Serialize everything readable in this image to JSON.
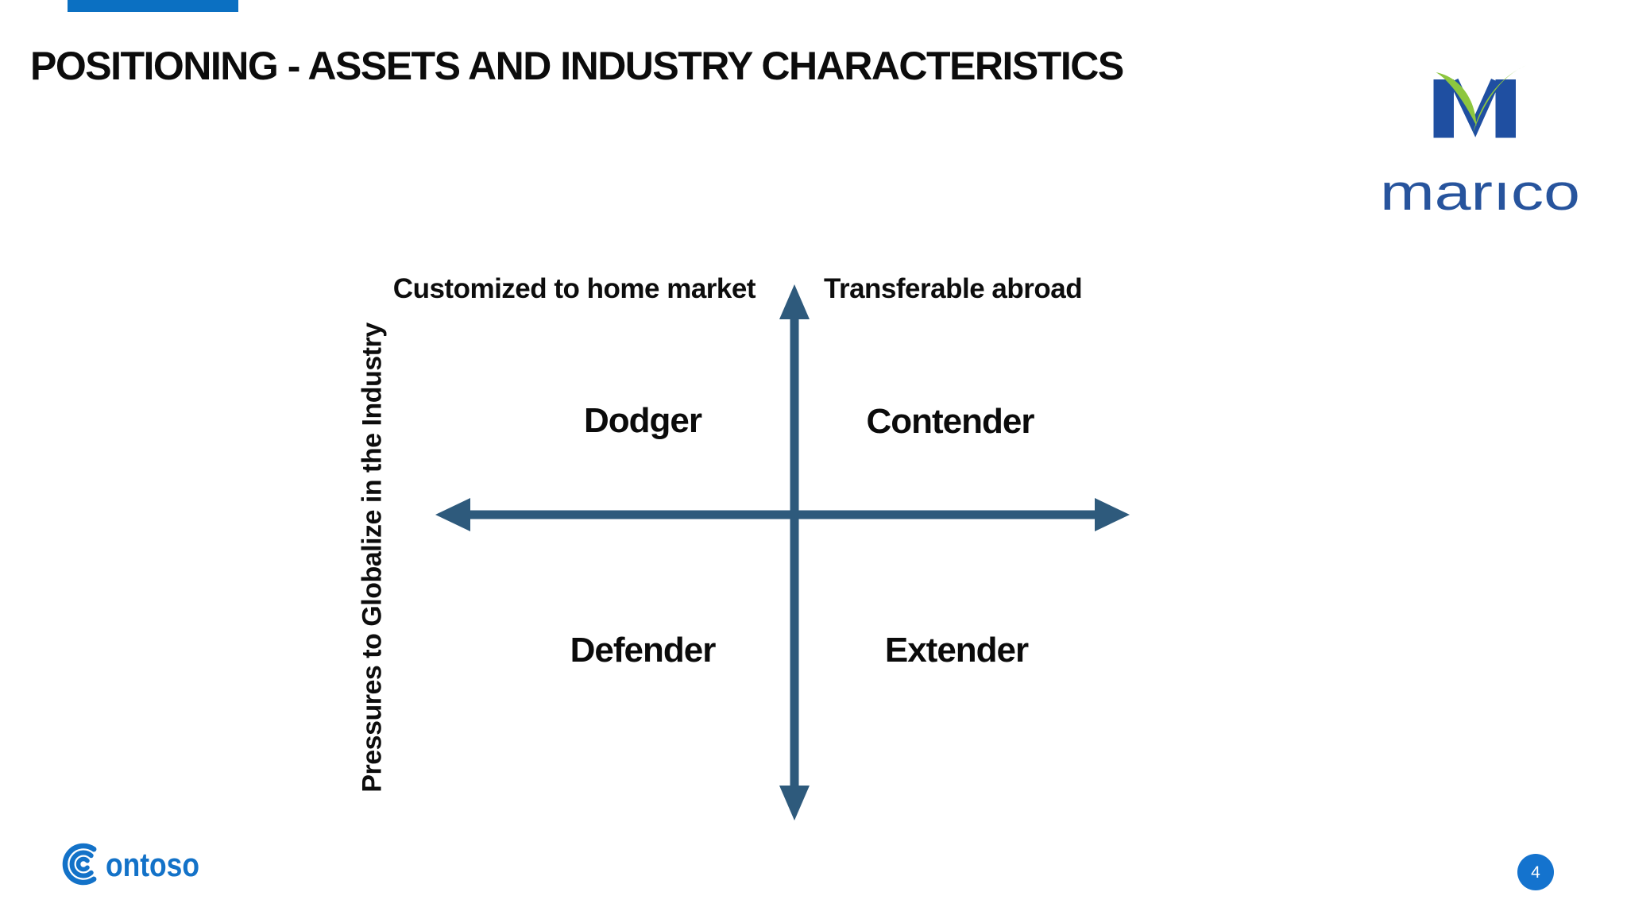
{
  "slide": {
    "title": "POSITIONING - ASSETS AND INDUSTRY CHARACTERISTICS",
    "page_number": "4",
    "background_color": "#ffffff",
    "accent_bar_color": "#0b70c2"
  },
  "matrix": {
    "x_left_label": "Customized to home market",
    "x_right_label": "Transferable abroad",
    "y_axis_label": "Pressures to Globalize in the Industry",
    "arrow_color": "#2e5a7c",
    "quadrants": {
      "top_left": "Dodger",
      "top_right": "Contender",
      "bottom_left": "Defender",
      "bottom_right": "Extender"
    }
  },
  "logos": {
    "marico": {
      "wordmark": "marıco",
      "blue": "#1f4fa1",
      "green": "#8dc63f",
      "text_color": "#27549d"
    },
    "contoso": {
      "text": "ontoso",
      "color": "#1372c8"
    }
  },
  "footer": {
    "page_badge_color": "#1473ce",
    "page_badge_text_color": "#ffffff"
  }
}
